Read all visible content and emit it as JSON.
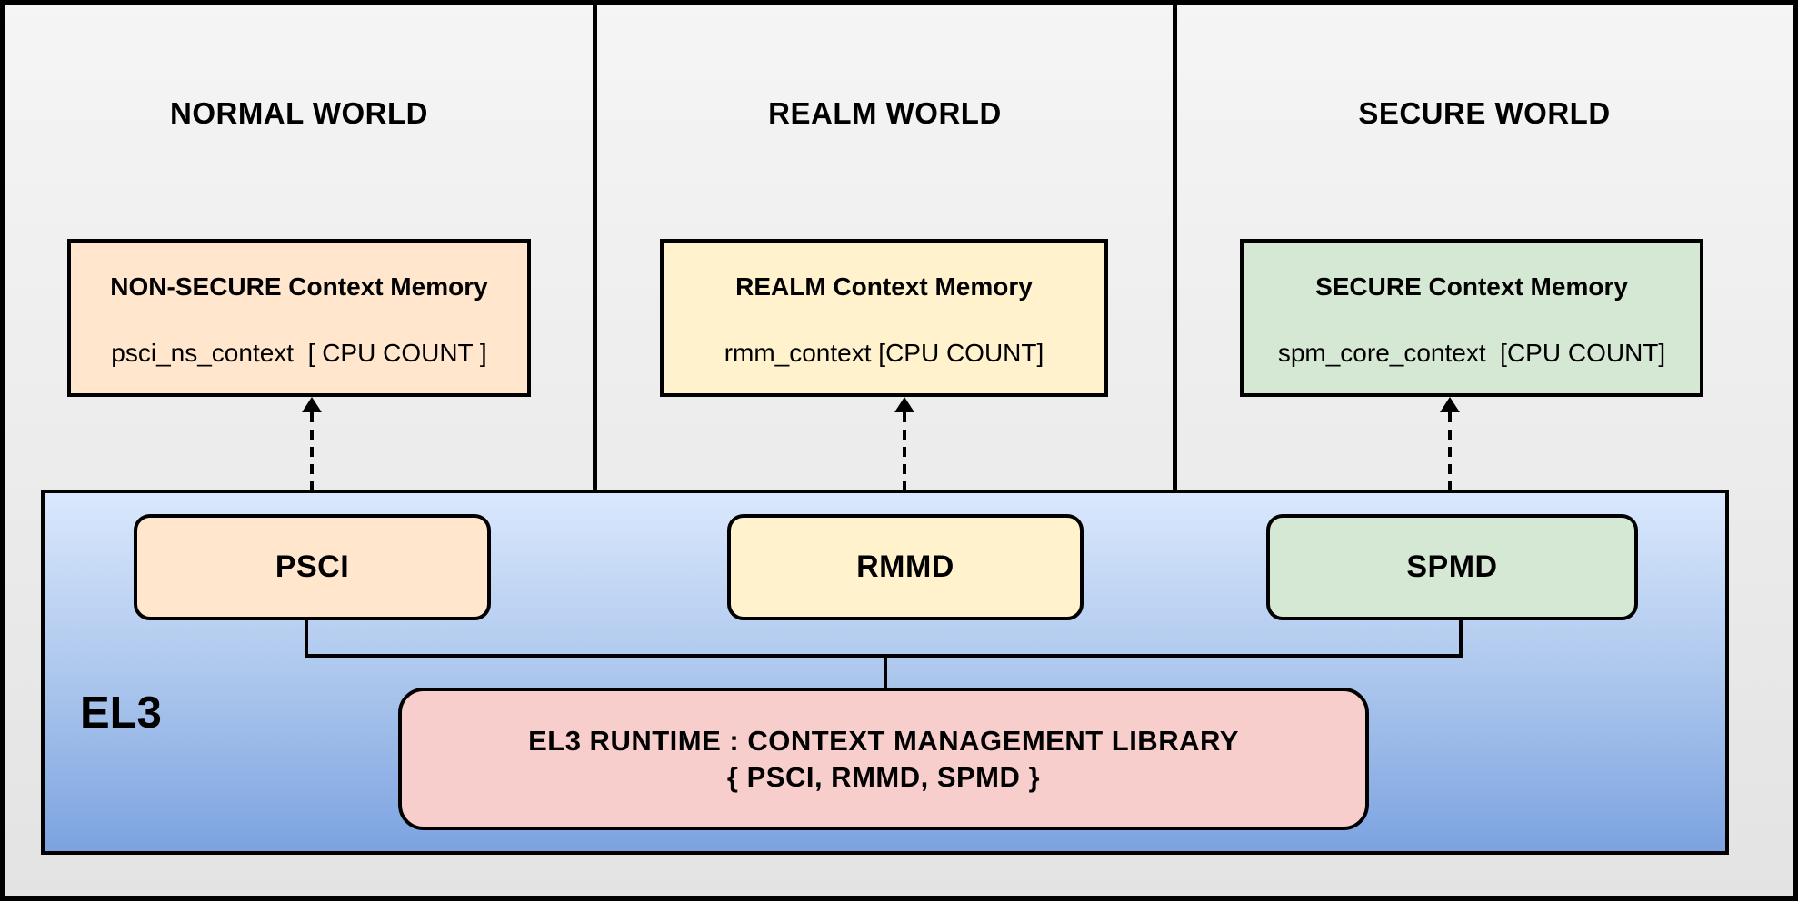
{
  "worlds": [
    {
      "title": "NORMAL WORLD",
      "memory": {
        "title": "NON-SECURE Context Memory",
        "value": "psci_ns_context  [ CPU COUNT ]"
      },
      "dispatcher": "PSCI"
    },
    {
      "title": "REALM WORLD",
      "memory": {
        "title": "REALM Context Memory",
        "value": "rmm_context [CPU COUNT]"
      },
      "dispatcher": "RMMD"
    },
    {
      "title": "SECURE WORLD",
      "memory": {
        "title": "SECURE Context Memory",
        "value": "spm_core_context  [CPU COUNT]"
      },
      "dispatcher": "SPMD"
    }
  ],
  "el3": {
    "label": "EL3",
    "runtime": {
      "line1": "EL3 RUNTIME : CONTEXT MANAGEMENT LIBRARY",
      "line2": "{ PSCI, RMMD, SPMD }"
    }
  },
  "colors": {
    "normal_world_accent": "#ffe6cc",
    "realm_world_accent": "#fff2cc",
    "secure_world_accent": "#d5e8d4",
    "runtime_box": "#f8cecc",
    "el3_gradient_top": "#dae8fc",
    "el3_gradient_bottom": "#7ca3e0",
    "line_color": "#000000"
  }
}
